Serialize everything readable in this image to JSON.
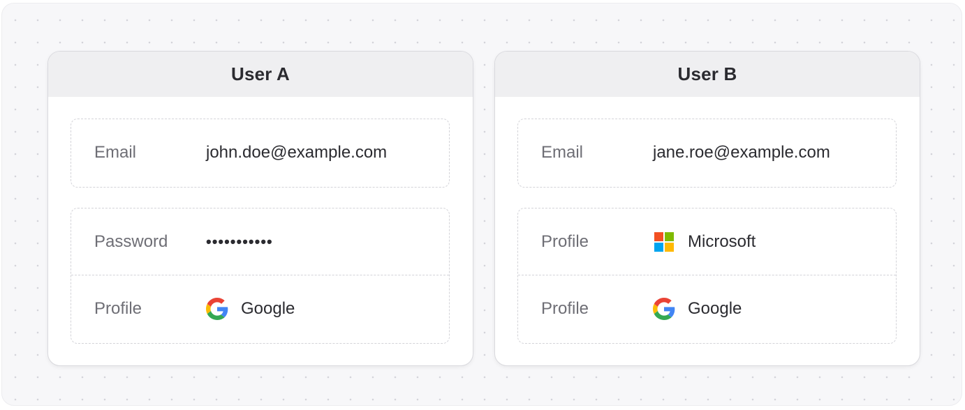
{
  "users": [
    {
      "title": "User A",
      "email_label": "Email",
      "email": "john.doe@example.com",
      "methods": [
        {
          "label": "Password",
          "value": "•••••••••••",
          "type": "password"
        },
        {
          "label": "Profile",
          "value": "Google",
          "type": "google",
          "icon": "google-icon"
        }
      ]
    },
    {
      "title": "User B",
      "email_label": "Email",
      "email": "jane.roe@example.com",
      "methods": [
        {
          "label": "Profile",
          "value": "Microsoft",
          "type": "microsoft",
          "icon": "microsoft-icon"
        },
        {
          "label": "Profile",
          "value": "Google",
          "type": "google",
          "icon": "google-icon"
        }
      ]
    }
  ],
  "colors": {
    "google_blue": "#4285F4",
    "google_red": "#EA4335",
    "google_yellow": "#FBBC05",
    "google_green": "#34A853",
    "ms_red": "#F25022",
    "ms_green": "#7FBA00",
    "ms_blue": "#00A4EF",
    "ms_yellow": "#FFB900"
  }
}
